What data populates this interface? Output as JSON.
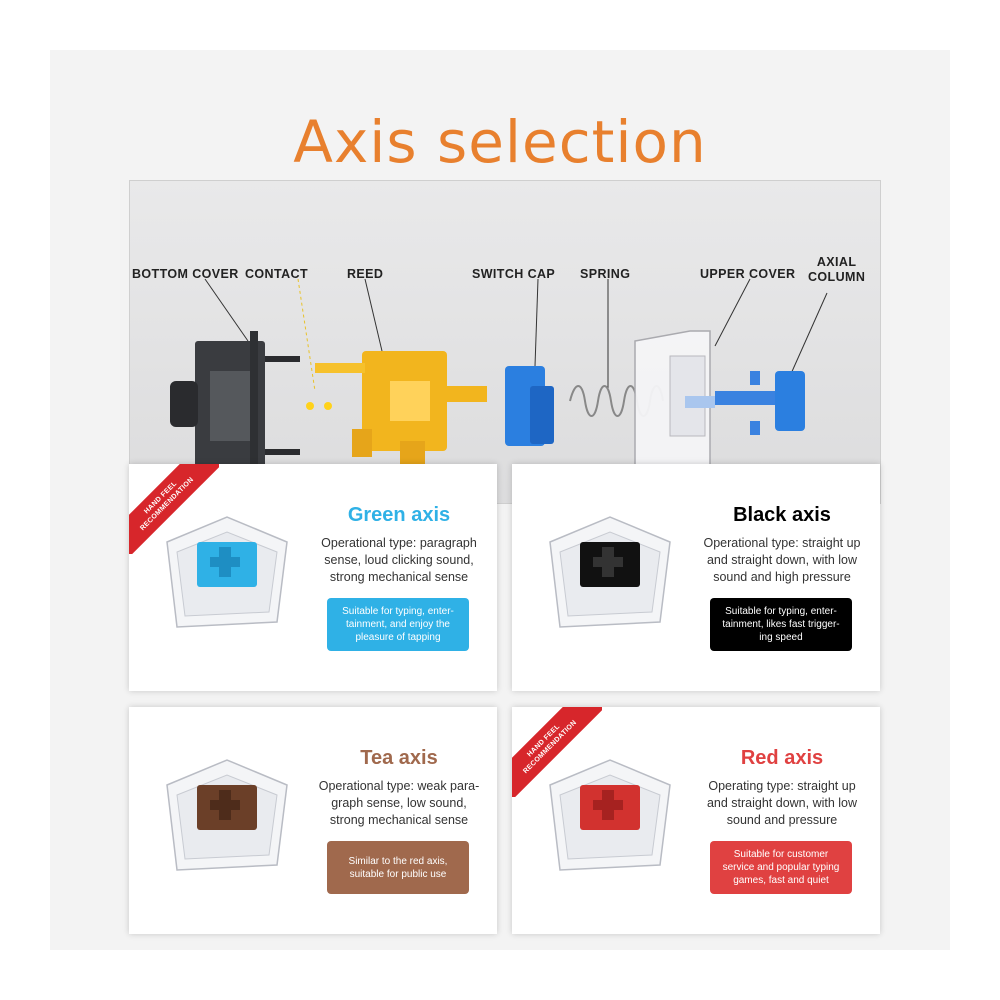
{
  "title": "Axis selection",
  "parts": {
    "bottom_cover": "BOTTOM COVER",
    "contact": "CONTACT",
    "reed": "REED",
    "switch_cap": "SWITCH CAP",
    "spring": "SPRING",
    "upper_cover": "UPPER COVER",
    "axial_column_1": "AXIAL",
    "axial_column_2": "COLUMN"
  },
  "ribbon": {
    "line1": "HAND FEEL",
    "line2": "RECOMMENDATION"
  },
  "colors": {
    "title": "#e8802e",
    "green": "#2fb1e6",
    "black": "#000000",
    "tea": "#a0694d",
    "red": "#e04141",
    "ribbon": "#d7262b"
  },
  "cards": {
    "green": {
      "title": "Green axis",
      "desc_lines": [
        "Operational type: paragraph",
        "sense, loud clicking sound,",
        "strong mechanical sense"
      ],
      "badge_lines": [
        "Suitable for typing, enter-",
        "tainment, and enjoy the",
        "pleasure of tapping"
      ]
    },
    "black": {
      "title": "Black axis",
      "desc_lines": [
        "Operational type: straight up",
        "and straight down, with low",
        "sound and high pressure"
      ],
      "badge_lines": [
        "Suitable for typing, enter-",
        "tainment, likes fast trigger-",
        "ing speed"
      ]
    },
    "tea": {
      "title": "Tea axis",
      "desc_lines": [
        "Operational type: weak para-",
        "graph sense, low sound,",
        "strong mechanical sense"
      ],
      "badge_lines": [
        "Similar to the red axis,",
        "suitable for public use"
      ]
    },
    "red": {
      "title": "Red axis",
      "desc_lines": [
        "Operating type: straight up",
        "and straight down, with low",
        "sound and pressure"
      ],
      "badge_lines": [
        "Suitable for customer",
        "service and popular typing",
        "games, fast and quiet"
      ]
    }
  }
}
